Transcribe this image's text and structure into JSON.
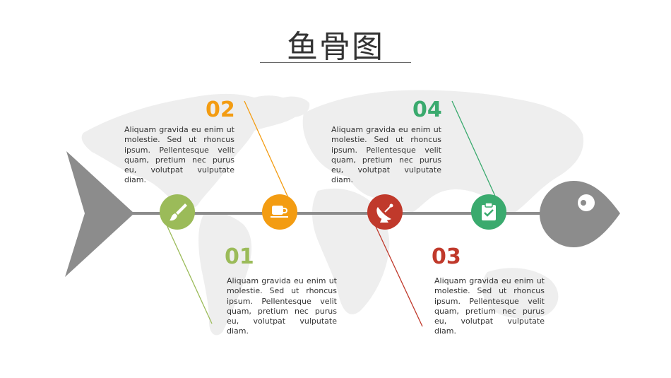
{
  "title": "鱼骨图",
  "colors": {
    "green": "#9bbb59",
    "orange": "#f39c12",
    "red": "#c0392b",
    "teal": "#3aaa6e",
    "spine": "#8c8c8c",
    "map": "#eeeeee"
  },
  "nodes": [
    {
      "number": "01",
      "text": "Aliquam gravida eu enim ut molestie. Sed ut rhoncus ipsum. Pellentesque velit quam, pretium nec purus eu, volutpat vulputate diam.",
      "icon": "brush-icon",
      "color": "#9bbb59"
    },
    {
      "number": "02",
      "text": "Aliquam gravida eu enim ut molestie. Sed ut rhoncus ipsum. Pellentesque velit quam, pretium nec purus eu, volutpat vulputate diam.",
      "icon": "coffee-cup-icon",
      "color": "#f39c12"
    },
    {
      "number": "03",
      "text": "Aliquam gravida eu enim ut molestie. Sed ut rhoncus ipsum. Pellentesque velit quam, pretium nec purus eu, volutpat vulputate diam.",
      "icon": "satellite-dish-icon",
      "color": "#c0392b"
    },
    {
      "number": "04",
      "text": "Aliquam gravida eu enim ut molestie. Sed ut rhoncus ipsum. Pellentesque velit quam, pretium nec purus eu, volutpat vulputate diam.",
      "icon": "clipboard-check-icon",
      "color": "#3aaa6e"
    }
  ]
}
